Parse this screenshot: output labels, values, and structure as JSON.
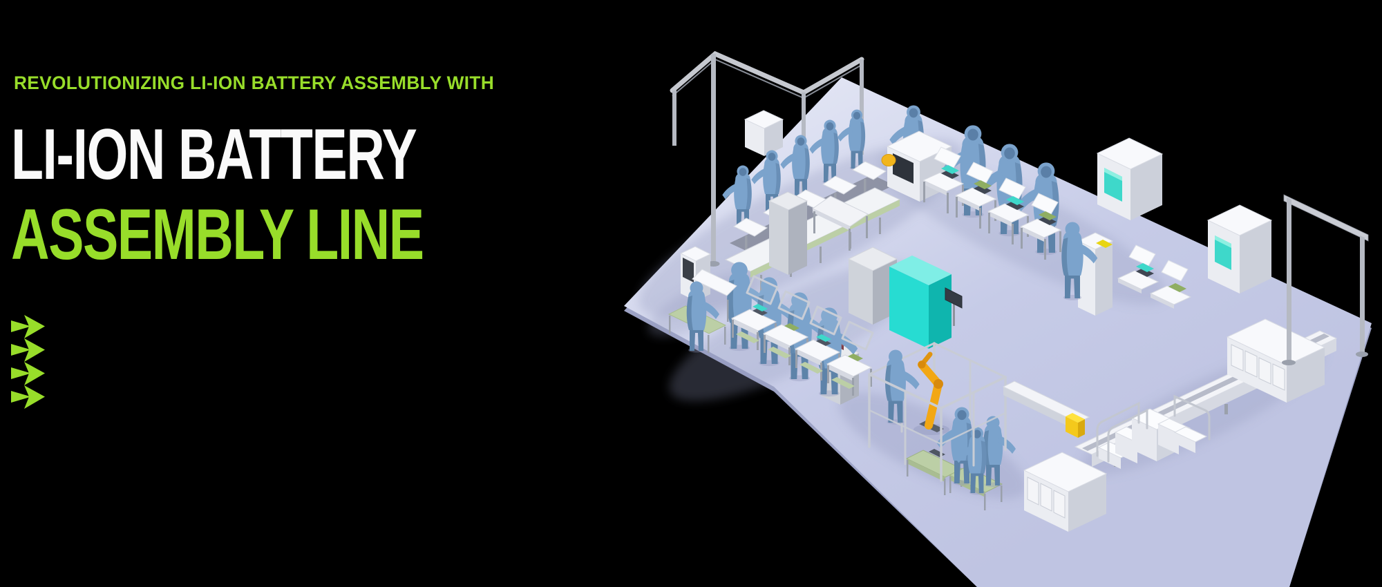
{
  "hero": {
    "eyebrow": "REVOLUTIONIZING LI-ION BATTERY ASSEMBLY WITH",
    "title_line1": "LI-ION BATTERY",
    "title_line2": "ASSEMBLY LINE",
    "arrows": {
      "count": 4,
      "icon": "fast-forward-chevron-icon"
    }
  },
  "colors": {
    "background": "#000000",
    "accent_green": "#98DD2A",
    "title_white": "#FAFAFA",
    "floor": "#C6CBE7",
    "floor_light": "#E2E5F4",
    "floor_edge": "#9DA3C6",
    "machine_white": "#F8F9FC",
    "machine_side": "#EBEDF2",
    "machine_dark_side": "#CCD0DA",
    "frame_gray": "#B6BAC3",
    "dark_panel": "#3A3F47",
    "bench_green": "#BCCFA6",
    "worker": "#7BA3CC",
    "worker_dark": "#5D83A9",
    "teal": "#27DCD2",
    "teal_top": "#7FEEE6",
    "teal_side": "#0FB5AE",
    "screen_teal": "#3ED8CA",
    "robot": "#F2A714",
    "shadow": "#8F96BB"
  },
  "illustration": {
    "name": "li-ion-battery-assembly-line-3d",
    "description": "Isometric 3D render of a Li-ion battery assembly line: cleanroom workers in blue suits at tiered workstations and conveyors, overhead gantry rails, a teal control cabinet, a fenced robot cell with a yellow robot arm, equipment cabinets with teal screens, a stair crossover conveyor, storage cabinets and a right-side gantry frame on a lavender floor"
  }
}
